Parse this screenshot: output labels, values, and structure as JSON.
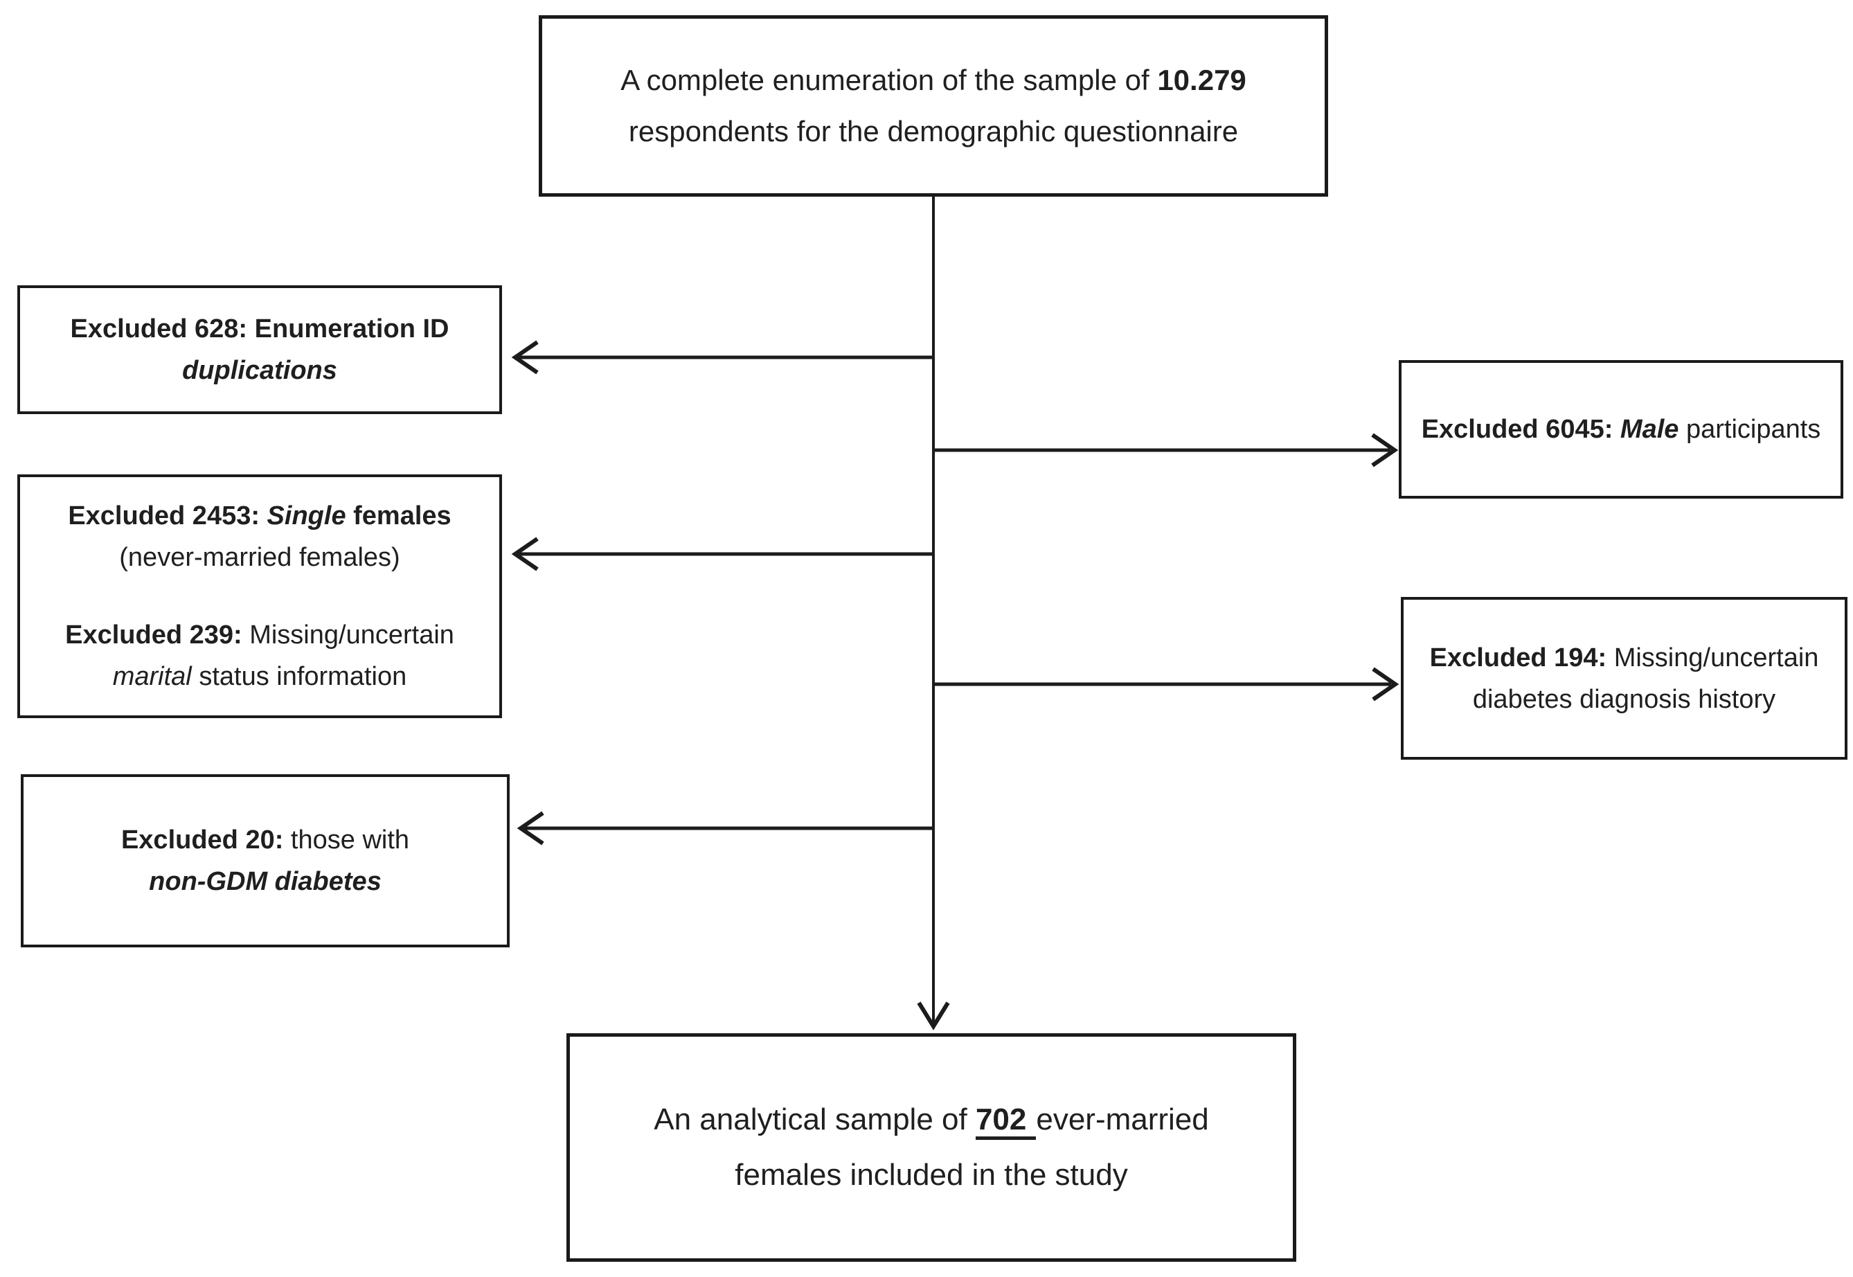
{
  "figure": {
    "background": "#ffffff",
    "line_color": "#1c1c1c",
    "text_color": "#1f1f1f",
    "boxes": {
      "enumeration": {
        "line1_normal": "A complete enumeration of the sample of ",
        "line1_bold": "10.279",
        "line2": "respondents for the demographic questionnaire"
      },
      "excluded_duplications": {
        "line1_bold": "Excluded 628:",
        "line1_rest": " Enumeration ID",
        "line2_italic": "duplications"
      },
      "excluded_male": {
        "bold": "Excluded 6045:",
        "italic": " Male",
        "rest": " participants"
      },
      "excluded_single": {
        "p1_line1_bold": "Excluded 2453:",
        "p1_line1_italic": " Single",
        "p1_line1_rest": " females",
        "p1_line2": "(never-married females)",
        "p2_line1_bold": "Excluded 239:",
        "p2_line1_rest": " Missing/uncertain",
        "p2_line2_italic": "marital",
        "p2_line2_rest": " status information"
      },
      "excluded_missing_diabetes": {
        "line1_bold": "Excluded 194:",
        "line1_rest": " Missing/uncertain",
        "line2": "diabetes diagnosis history"
      },
      "excluded_non_gdm": {
        "line1_bold": "Excluded 20:",
        "line1_rest": " those with",
        "line2_italic": "non-GDM diabetes"
      },
      "analytical_sample": {
        "line1_normal": "An analytical sample of ",
        "line1_bold_underline": "702",
        "line1_rest": "ever-married",
        "line2": "females included in the study"
      }
    },
    "edges": [
      {
        "from": "enumeration",
        "to": "excluded_duplications"
      },
      {
        "from": "enumeration",
        "to": "excluded_male"
      },
      {
        "from": "enumeration",
        "to": "excluded_single"
      },
      {
        "from": "enumeration",
        "to": "excluded_missing_diabetes"
      },
      {
        "from": "enumeration",
        "to": "excluded_non_gdm"
      },
      {
        "from": "enumeration",
        "to": "analytical_sample"
      }
    ]
  }
}
